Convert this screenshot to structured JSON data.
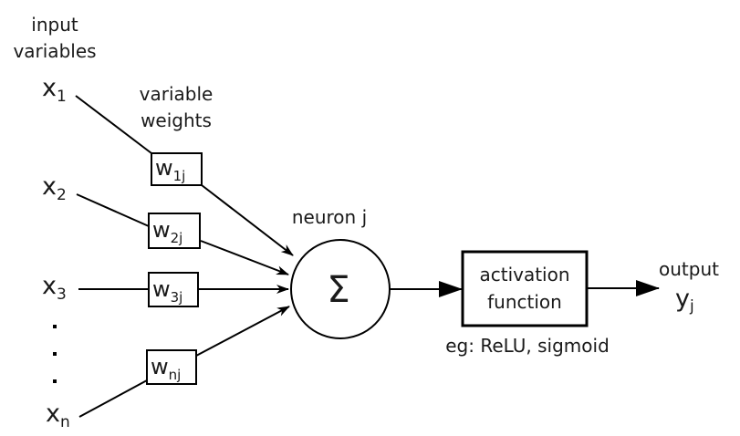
{
  "diagram": {
    "title_input": [
      "input",
      "variables"
    ],
    "title_weights": [
      "variable",
      "weights"
    ],
    "neuron_label": "neuron j",
    "sum_symbol": "Σ",
    "activation": {
      "lines": [
        "activation",
        "function"
      ],
      "examples": "eg: ReLU, sigmoid"
    },
    "output": {
      "label": "output",
      "symbol": "y",
      "subscript": "j"
    },
    "inputs": [
      {
        "symbol": "x",
        "subscript": "1",
        "weight_symbol": "w",
        "weight_subscript": "1j"
      },
      {
        "symbol": "x",
        "subscript": "2",
        "weight_symbol": "w",
        "weight_subscript": "2j"
      },
      {
        "symbol": "x",
        "subscript": "3",
        "weight_symbol": "w",
        "weight_subscript": "3j"
      },
      {
        "symbol": "x",
        "subscript": "n",
        "weight_symbol": "w",
        "weight_subscript": "nj"
      }
    ],
    "ellipsis": "⋮"
  }
}
